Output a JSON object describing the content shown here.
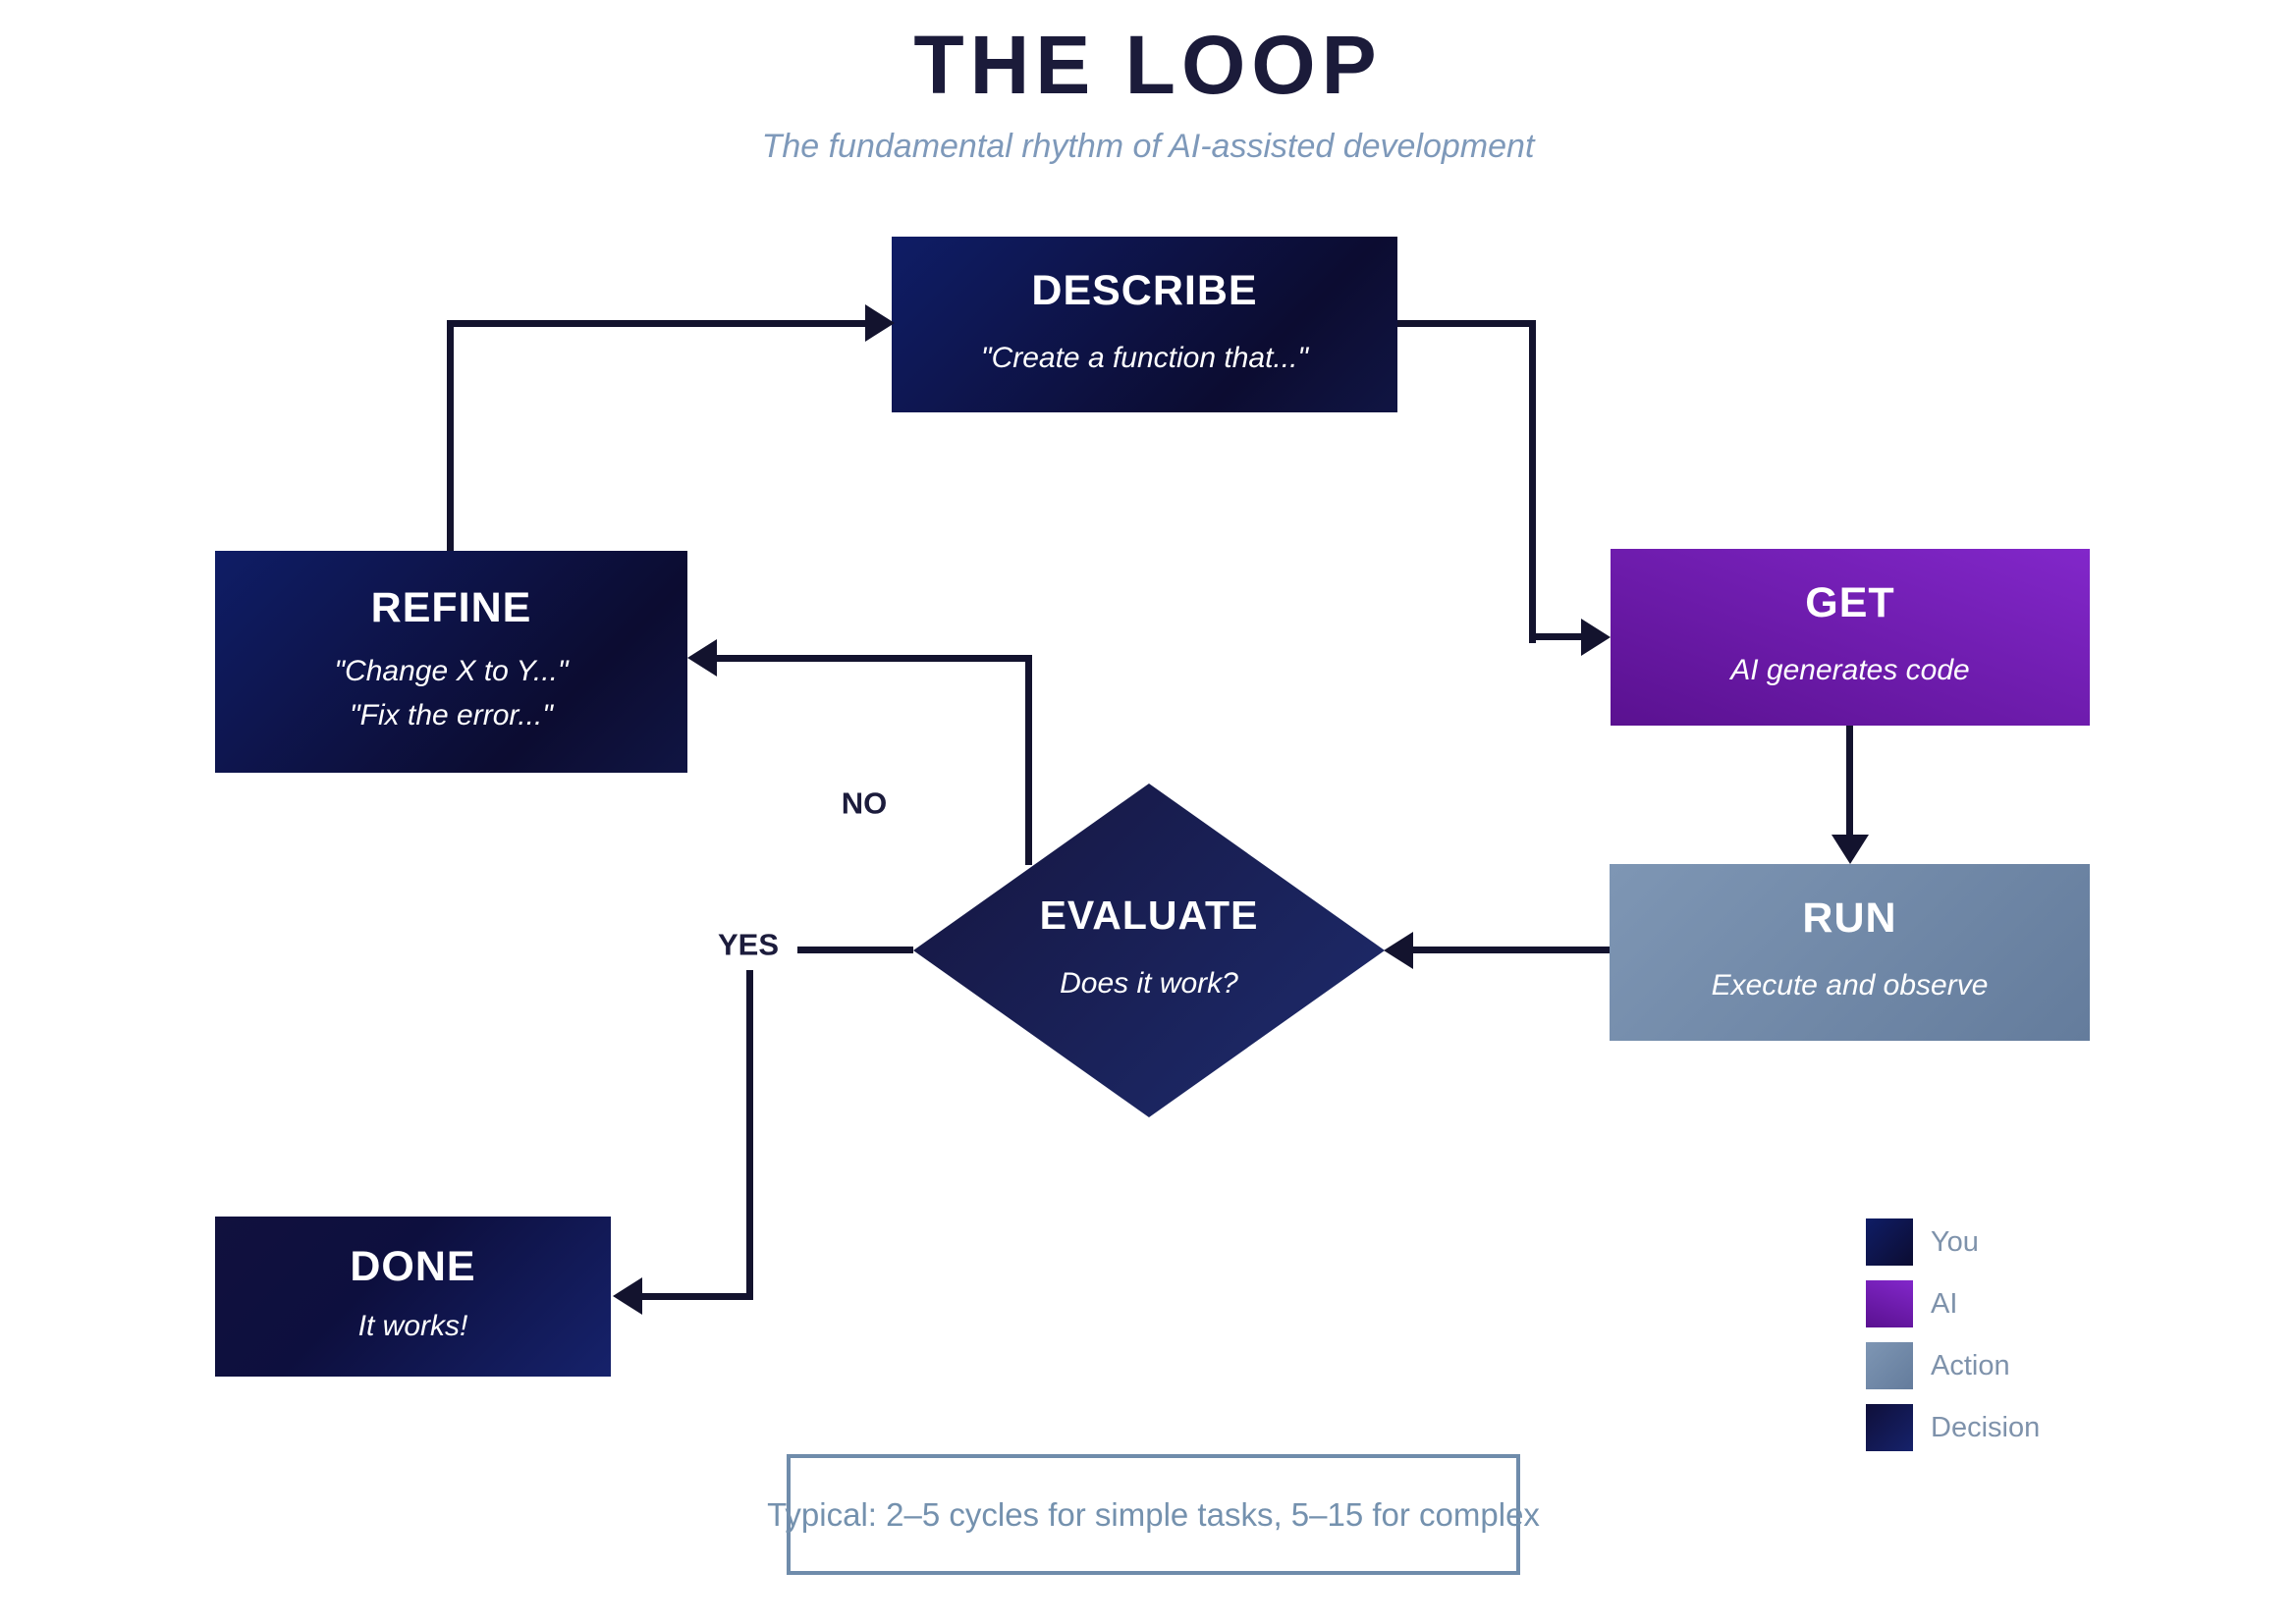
{
  "title": "THE LOOP",
  "subtitle": "The fundamental rhythm of AI-assisted development",
  "nodes": {
    "describe": {
      "title": "DESCRIBE",
      "subtitle": "\"Create a function that...\""
    },
    "get": {
      "title": "GET",
      "subtitle": "AI generates code"
    },
    "run": {
      "title": "RUN",
      "subtitle": "Execute and observe"
    },
    "evaluate": {
      "title": "EVALUATE",
      "subtitle": "Does it work?"
    },
    "refine": {
      "title": "REFINE",
      "subtitle_line1": "\"Change X to Y...\"",
      "subtitle_line2": "\"Fix the error...\""
    },
    "done": {
      "title": "DONE",
      "subtitle": "It works!"
    }
  },
  "edge_labels": {
    "no": "NO",
    "yes": "YES"
  },
  "legend": {
    "items": [
      {
        "label": "You",
        "color": "#101e66"
      },
      {
        "label": "AI",
        "color": "#7a23c0"
      },
      {
        "label": "Action",
        "color": "#7490ae"
      },
      {
        "label": "Decision",
        "color": "#141c5e"
      }
    ]
  },
  "caption": "Typical: 2–5 cycles for simple tasks, 5–15 for complex",
  "colors": {
    "arrow": "#13132e",
    "title_text": "#1b1b3a",
    "muted_text": "#7e99ba",
    "caption_border": "#6f8cab"
  }
}
